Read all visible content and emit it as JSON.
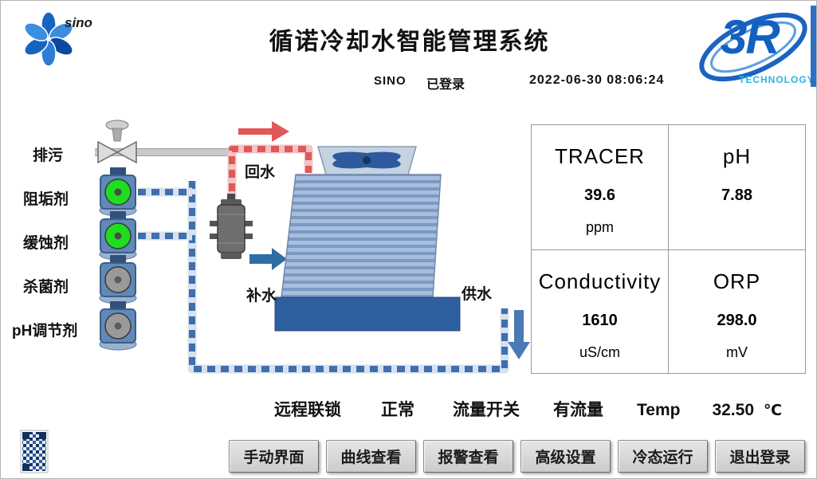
{
  "header": {
    "title": "循诺冷却水智能管理系统",
    "user": "SINO",
    "login_status": "已登录",
    "datetime": "2022-06-30  08:06:24"
  },
  "logos": {
    "sino_text": "sino",
    "r3_text": "3R",
    "r3_sub": "TECHNOLOGY"
  },
  "diagram": {
    "blowdown": "排污",
    "scale_inhibitor": "阻垢剂",
    "corrosion_inhibitor": "缓蚀剂",
    "biocide": "杀菌剂",
    "ph_adjuster": "pH调节剂",
    "return_water": "回水",
    "makeup_water": "补水",
    "supply_water": "供水"
  },
  "readings": {
    "tracer": {
      "name": "TRACER",
      "value": "39.6",
      "unit": "ppm"
    },
    "ph": {
      "name": "pH",
      "value": "7.88",
      "unit": ""
    },
    "conductivity": {
      "name": "Conductivity",
      "value": "1610",
      "unit": "uS/cm"
    },
    "orp": {
      "name": "ORP",
      "value": "298.0",
      "unit": "mV"
    }
  },
  "status": {
    "interlock_label": "远程联锁",
    "interlock_value": "正常",
    "flow_label": "流量开关",
    "flow_value": "有流量",
    "temp_label": "Temp",
    "temp_value": "32.50",
    "temp_unit": "℃"
  },
  "buttons": {
    "manual": "手动界面",
    "curves": "曲线查看",
    "alarms": "报警查看",
    "settings": "高级设置",
    "cold_run": "冷态运行",
    "logout": "退出登录"
  },
  "colors": {
    "pump_on": "#1ede1e",
    "pump_off": "#9a9a9a",
    "pipe_cooling": "#3f6fad",
    "pipe_return": "#e05858"
  }
}
